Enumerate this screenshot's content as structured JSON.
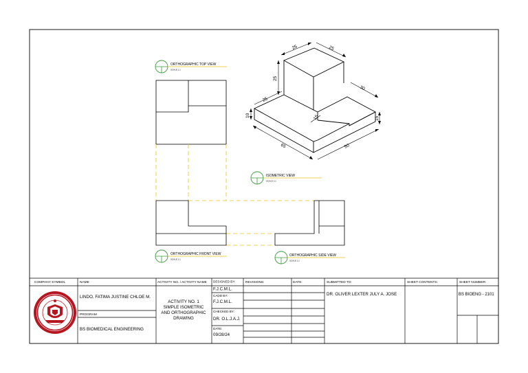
{
  "views": {
    "top": {
      "title": "ORTHOGRAPHIC TOP VIEW",
      "scale": "SCALE 1:1"
    },
    "iso": {
      "title": "ISOMETRIC VIEW",
      "scale": "SCALE 1:1"
    },
    "front": {
      "title": "ORTHOGRAPHIC FRONT VIEW",
      "scale": "SCALE 1:1"
    },
    "side": {
      "title": "ORTHOGRAPHIC SIDE VIEW",
      "scale": "SCALE 1:1"
    }
  },
  "dimensions": {
    "cube_top_left": "25",
    "cube_top_right": "25",
    "cube_height": "25",
    "step_depth_left": "25",
    "step_depth_right": "30",
    "base_height": "10",
    "step_height": "15",
    "base_length": "65",
    "base_width": "50",
    "small_dim": "15"
  },
  "title_block": {
    "company_symbol_label": "COMPANY SYMBOL",
    "name_label": "NAME",
    "name_value": "LINDO, FATIMA JUSTINE CHLOE M.",
    "program_label": "PROGRAM",
    "program_value": "BS BIOMEDICAL ENGINEERING",
    "activity_label": "ACTIVITY NO. / ACTIVITY NAME",
    "activity_line1": "ACTIVITY NO. 1",
    "activity_line2": "SIMPLE ISOMETRIC",
    "activity_line3": "AND ORTHOGRAPHIC",
    "activity_line4": "DRAWING",
    "designed_by_label": "DESIGNED BY:",
    "designed_by_value": "F.J.C.M.L.",
    "cadd_by_label": "CADD BY:",
    "cadd_by_value": "F.J.C.M.L.",
    "checked_by_label": "CHECKED BY:",
    "checked_by_value": "DR. O.L.J.A.J.",
    "date_label": "DATE:",
    "date_value": "09/28/24",
    "revisions_label": "REVISIONS:",
    "rev_date_label": "DATE:",
    "submitted_to_label": "SUBMITTED TO:",
    "submitted_to_value": "DR. OLIVER LEXTER JULY A. JOSE",
    "sheet_contents_label": "SHEET CONTENTS:",
    "sheet_number_label": "SHEET NUMBER:",
    "sheet_number_value": "BS BIOENG - 2101"
  },
  "colors": {
    "line": "#000000",
    "projection": "#e8c21a",
    "label_circle": "#3a9a3a",
    "seal_red": "#b5161f"
  }
}
